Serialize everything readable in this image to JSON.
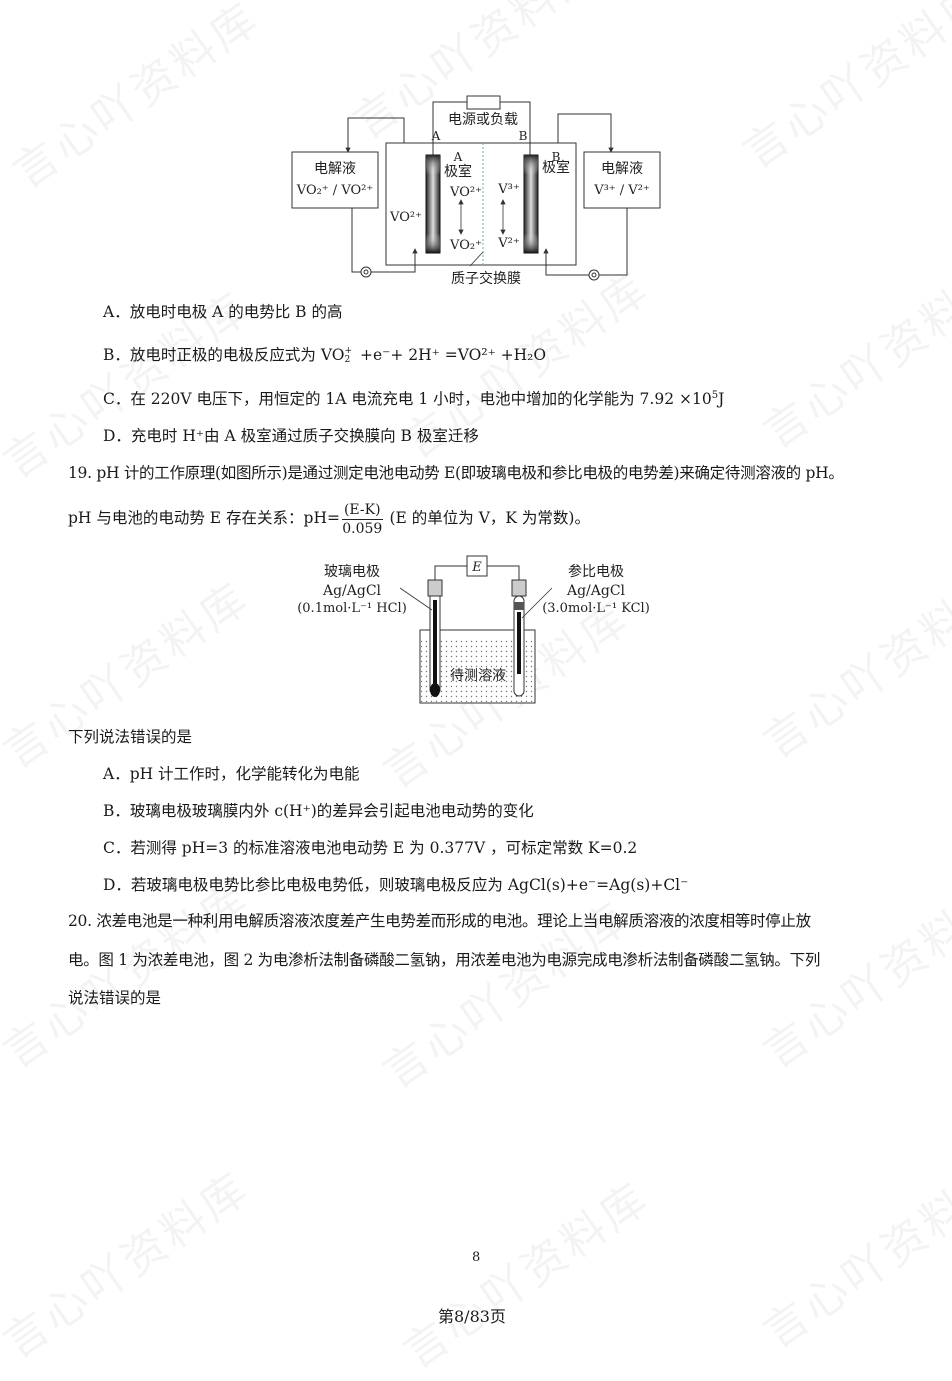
{
  "watermark": "言心吖资料库",
  "figure1": {
    "load_label": "电源或负载",
    "electrode_a": "A",
    "electrode_b": "B",
    "left_tank_title": "电解液",
    "left_tank_species": "VO₂⁺ / VO²⁺",
    "right_tank_title": "电解液",
    "right_tank_species": "V³⁺ / V²⁺",
    "chamber_a_label_1": "A",
    "chamber_a_label_2": "极室",
    "chamber_b_label_1": "B",
    "chamber_b_label_2": "极室",
    "a_top_ion": "VO²⁺",
    "a_bottom_ion": "VO₂⁺",
    "a_left_ion": "VO²⁺",
    "b_top_ion": "V³⁺",
    "b_bottom_ion": "V²⁺",
    "membrane_label": "质子交换膜"
  },
  "q18_options": {
    "A": "A．放电时电极 A 的电势比 B 的高",
    "B_prefix": "B．放电时正极的电极反应式为 VO",
    "B_suffix": "+e⁻+ 2H⁺ =VO²⁺ +H₂O",
    "C_prefix": "C．在 220V 电压下，用恒定的 1A 电流充电 1 小时，电池中增加的化学能为 7.92 ×10",
    "C_exp": "5",
    "C_suffix": "J",
    "D": "D．充电时 H⁺由 A 极室通过质子交换膜向 B 极室迁移"
  },
  "q19": {
    "stem_line1": "19. pH 计的工作原理(如图所示)是通过测定电池电动势 E(即玻璃电极和参比电极的电势差)来确定待测溶液的 pH。",
    "stem_line2_prefix": "pH 与电池的电动势 E 存在关系：pH=",
    "formula_numerator": "(E-K)",
    "formula_denominator": "0.059",
    "stem_line2_suffix": " (E 的单位为 V，K 为常数)。",
    "figure": {
      "meter_label": "E",
      "glass_title": "玻璃电极",
      "glass_line2": "Ag/AgCl",
      "glass_line3": "(0.1mol·L⁻¹ HCl)",
      "ref_title": "参比电极",
      "ref_line2": "Ag/AgCl",
      "ref_line3": "(3.0mol·L⁻¹ KCl)",
      "solution_label": "待测溶液"
    },
    "question": "下列说法错误的是",
    "options": {
      "A": "A．pH 计工作时，化学能转化为电能",
      "B": "B．玻璃电极玻璃膜内外 c(H⁺)的差异会引起电池电动势的变化",
      "C": "C．若测得 pH=3 的标准溶液电池电动势 E 为 0.377V ，可标定常数 K=0.2",
      "D": "D．若玻璃电极电势比参比电极电势低，则玻璃电极反应为 AgCl(s)+e⁻=Ag(s)+Cl⁻"
    }
  },
  "q20": {
    "line1": "20. 浓差电池是一种利用电解质溶液浓度差产生电势差而形成的电池。理论上当电解质溶液的浓度相等时停止放",
    "line2": "电。图 1 为浓差电池，图 2 为电渗析法制备磷酸二氢钠，用浓差电池为电源完成电渗析法制备磷酸二氢钠。下列",
    "line3": "说法错误的是"
  },
  "footer": {
    "page_number": "8",
    "page_indicator": "第8/83页"
  }
}
